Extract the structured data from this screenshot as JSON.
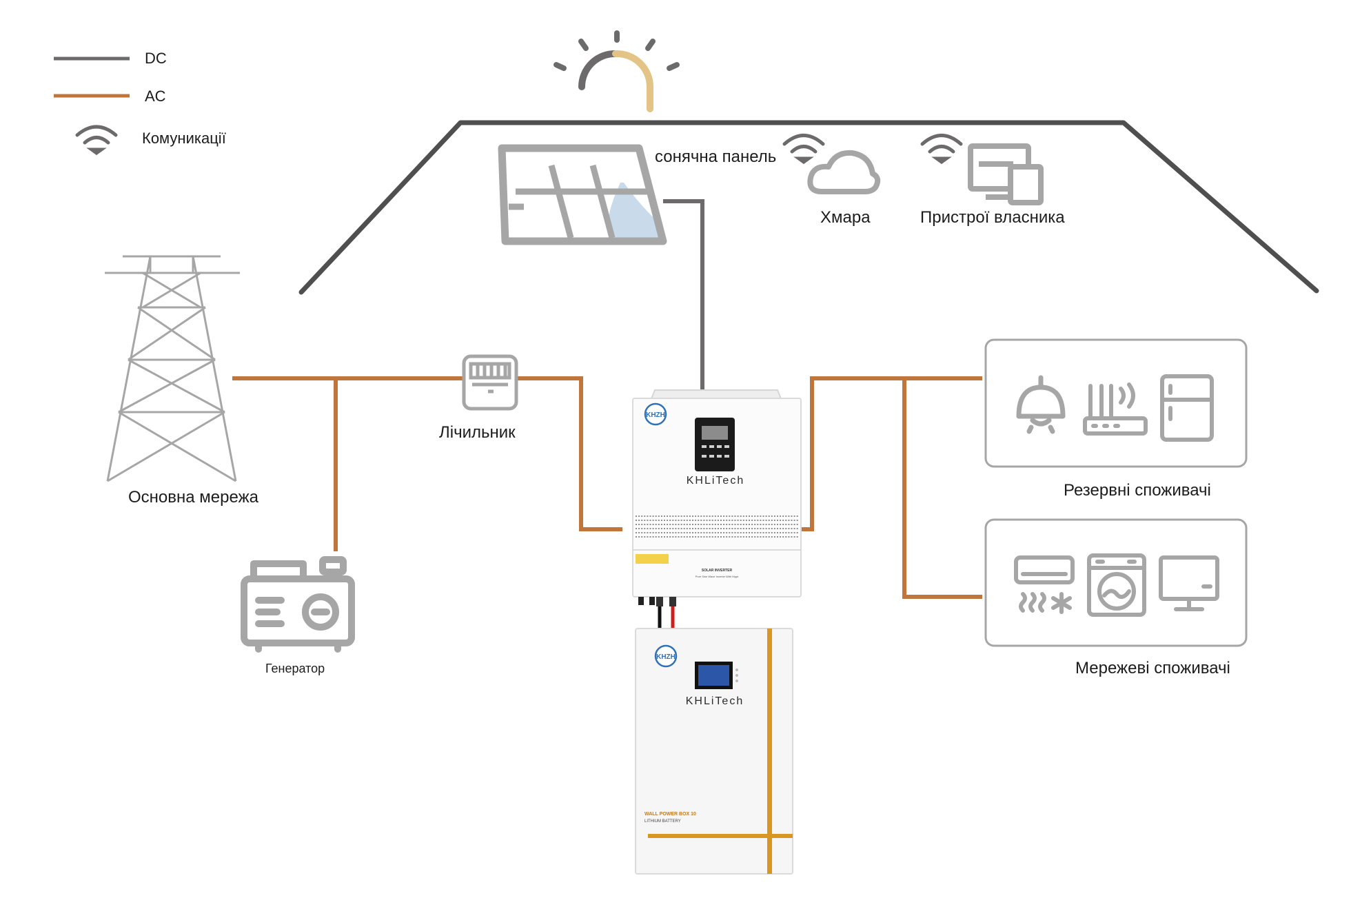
{
  "legend": {
    "dc": "DC",
    "ac": "AC",
    "comm": "Комуникації"
  },
  "labels": {
    "solar_panel": "сонячна панель",
    "cloud": "Хмара",
    "owner_devices": "Пристрої власника",
    "main_grid": "Основна мережа",
    "meter": "Лічильник",
    "generator": "Генератор",
    "backup_loads": "Резервні споживачі",
    "grid_loads": "Мережеві споживачі"
  },
  "inverter": {
    "logo": "KHZH",
    "brand": "KHLiTech",
    "model_line1": "SOLAR INVERTER",
    "model_line2": "Pure Sine Wave Inverter With Mppt"
  },
  "battery": {
    "logo": "KHZH",
    "brand": "KHLiTech",
    "model_line1": "WALL POWER BOX 10",
    "model_line2": "LITHIUM BATTERY"
  },
  "colors": {
    "dc_line": "#6d6a6b",
    "ac_line": "#c0763a",
    "icon_gray": "#a6a6a6",
    "panel_blue": "#c9daea",
    "sun_arc": "#e3c486",
    "battery_stripe": "#d99722"
  }
}
